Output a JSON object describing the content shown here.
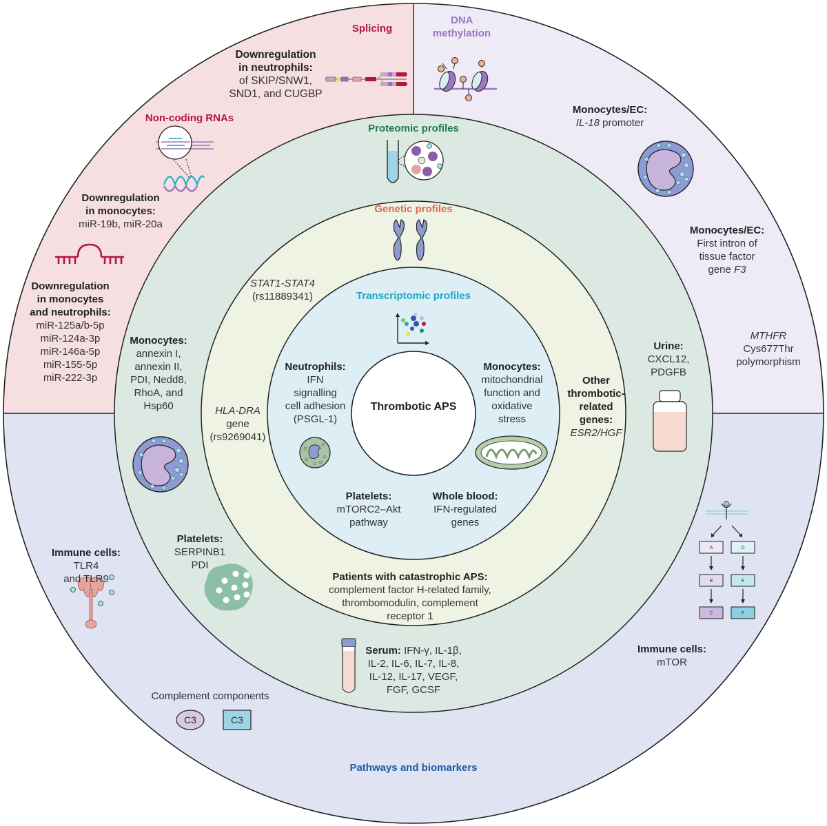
{
  "title": "Thrombotic APS",
  "sections": {
    "splicing": "Splicing",
    "dna_methylation": [
      "DNA",
      "methylation"
    ],
    "non_coding_rnas": "Non-coding RNAs",
    "proteomic": "Proteomic profiles",
    "genetic": "Genetic profiles",
    "transcriptomic": "Transcriptomic profiles",
    "pathways": "Pathways and biomarkers"
  },
  "colors": {
    "splicing_quadrant": "#f5dfe0",
    "dna_quadrant": "#eeebf6",
    "pathways_half": "#dfe3f2",
    "proteomic_ring": "#dce8e2",
    "genetic_ring": "#eef3e4",
    "transcriptomic_ring": "#ddeef5",
    "center": "#ffffff"
  },
  "labels": {
    "splicing_neutrophils": {
      "head": [
        "Downregulation",
        "in neutrophils:"
      ],
      "body": [
        "of SKIP/SNW1,",
        "SND1, and CUGBP"
      ]
    },
    "ncrna_monocytes": {
      "head": [
        "Downregulation",
        "in monocytes:"
      ],
      "body": [
        "miR-19b, miR-20a"
      ]
    },
    "ncrna_mono_neutro": {
      "head": [
        "Downregulation",
        "in monocytes",
        "and neutrophils:"
      ],
      "body": [
        "miR-125a/b-5p",
        "miR-124a-3p",
        "miR-146a-5p",
        "miR-155-5p",
        "miR-222-3p"
      ]
    },
    "dna_il18": {
      "head": [
        "Monocytes/EC:"
      ],
      "body_italic": "IL-18",
      "body_rest": " promoter"
    },
    "dna_f3": {
      "head": [
        "Monocytes/EC:"
      ],
      "body": [
        "First intron of",
        "tissue factor"
      ],
      "last_prefix": "gene ",
      "last_italic": "F3"
    },
    "dna_mthfr": {
      "italic": "MTHFR",
      "body": [
        "Cys677Thr",
        "polymorphism"
      ]
    },
    "prot_monocytes": {
      "head": [
        "Monocytes:"
      ],
      "body": [
        "annexin I,",
        "annexin II,",
        "PDI, Nedd8,",
        "RhoA, and",
        "Hsp60"
      ]
    },
    "prot_urine": {
      "head": [
        "Urine:"
      ],
      "body": [
        "CXCL12,",
        "PDGFB"
      ]
    },
    "prot_platelets": {
      "head": [
        "Platelets:"
      ],
      "body": [
        "SERPINB1",
        "PDI"
      ]
    },
    "prot_catastrophic": {
      "head": [
        "Patients with catastrophic APS:"
      ],
      "body": [
        "complement factor H-related family,",
        "thrombomodulin, complement",
        "receptor 1"
      ]
    },
    "prot_serum": {
      "head": "Serum:",
      "first": " IFN-γ, IL-1β,",
      "body": [
        "IL-2, IL-6, IL-7, IL-8,",
        "IL-12, IL-17, VEGF,",
        "FGF, GCSF"
      ]
    },
    "gen_stat": {
      "italic": "STAT1-STAT4",
      "body": [
        "(rs11889341)"
      ]
    },
    "gen_hla": {
      "italic": "HLA-DRA",
      "body": [
        "gene",
        "(rs9269041)"
      ]
    },
    "gen_other": {
      "head": [
        "Other",
        "thrombotic-",
        "related",
        "genes:"
      ],
      "italic": "ESR2/HGF"
    },
    "trans_neutrophils": {
      "head": [
        "Neutrophils:"
      ],
      "body": [
        "IFN",
        "signalling",
        "cell adhesion",
        "(PSGL-1)"
      ]
    },
    "trans_monocytes": {
      "head": [
        "Monocytes:"
      ],
      "body": [
        "mitochondrial",
        "function and",
        "oxidative",
        "stress"
      ]
    },
    "trans_platelets": {
      "head": [
        "Platelets:"
      ],
      "body": [
        "mTORC2–Akt",
        "pathway"
      ]
    },
    "trans_whole_blood": {
      "head": [
        "Whole blood:"
      ],
      "body": [
        "IFN-regulated",
        "genes"
      ]
    },
    "path_immune_tlr": {
      "head": [
        "Immune cells:"
      ],
      "body": [
        "TLR4",
        "and TLR9"
      ]
    },
    "path_immune_mtor": {
      "head": [
        "Immune cells:"
      ],
      "body": [
        "mTOR"
      ]
    },
    "path_complement": {
      "body": [
        "Complement components"
      ]
    }
  },
  "complement_badges": [
    "C3",
    "C3"
  ],
  "pathway_boxes": {
    "left": [
      "A",
      "B",
      "C"
    ],
    "right": [
      "D",
      "E",
      "F"
    ]
  }
}
